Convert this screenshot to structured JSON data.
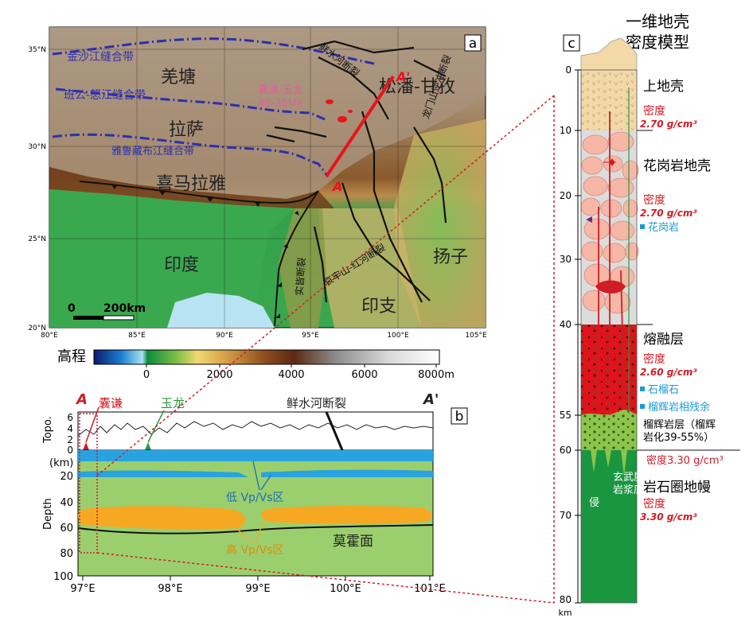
{
  "panel_a": {
    "panel_label": "a",
    "lat_ticks": [
      "35°N",
      "30°N",
      "25°N",
      "20°N"
    ],
    "lon_ticks": [
      "80°E",
      "85°E",
      "90°E",
      "95°E",
      "100°E",
      "105°E"
    ],
    "sutures": [
      "金沙江缝合带",
      "班公-怒江缝合带",
      "雅鲁藏布江缝合带"
    ],
    "blocks": [
      "羌塘",
      "拉萨",
      "喜马拉雅",
      "松潘-甘孜",
      "扬子",
      "印度",
      "印支"
    ],
    "faults": [
      "鲜水河断裂",
      "龙门山逆冲断裂",
      "哀牢山-红河断裂",
      "实皆断裂"
    ],
    "volcanic_label": "囊谦-玉龙",
    "volcanic_age": "48-35Ma",
    "profile_start": "A",
    "profile_end": "A'",
    "scale_zero": "0",
    "scale_length": "200km"
  },
  "elevation_bar": {
    "title": "高程",
    "ticks": [
      "0",
      "2000",
      "4000",
      "6000",
      "8000m"
    ]
  },
  "panel_b": {
    "panel_label": "b",
    "profile_start": "A",
    "profile_end": "A'",
    "site_1": "囊谦",
    "site_2": "玉龙",
    "fault": "鲜水河断裂",
    "topo_label": "Topo.",
    "topo_ticks": [
      "6",
      "4",
      "2",
      "0"
    ],
    "depth_unit": "(km)",
    "depth_label": "Depth",
    "depth_ticks": [
      "20",
      "40",
      "60",
      "80",
      "100"
    ],
    "x_ticks": [
      "97°E",
      "98°E",
      "99°E",
      "100°E",
      "101°E"
    ],
    "low_zone": "低 Vp/Vs区",
    "high_zone": "高 Vp/Vs区",
    "moho": "莫霍面"
  },
  "panel_c": {
    "panel_label": "c",
    "title_line1": "一维地壳",
    "title_line2": "密度模型",
    "depth_ticks": [
      "0",
      "10",
      "20",
      "30",
      "40",
      "55",
      "60",
      "70",
      "80"
    ],
    "depth_unit": "km",
    "layers": {
      "upper_crust": "上地壳",
      "upper_density_label": "密度",
      "upper_density": "2.70 g/cm³",
      "granite_crust": "花岗岩地壳",
      "granite_density_label": "密度",
      "granite_density": "2.70 g/cm³",
      "granite_rock": "花岗岩",
      "melt_layer": "熔融层",
      "melt_density_label": "密度",
      "melt_density": "2.60 g/cm³",
      "garnet": "石榴石",
      "eclogite_relic": "榴辉岩相残余",
      "eclogite_layer_1": "榴辉岩层（榴辉",
      "eclogite_layer_2": "岩化39-55%）",
      "eclogite_density": "密度3.30 g/cm³",
      "underplating_1": "玄武质",
      "underplating_2": "岩浆底",
      "underplating_3": "侵",
      "mantle": "岩石圈地幔",
      "mantle_density_label": "密度",
      "mantle_density": "3.30 g/cm³"
    }
  },
  "colors": {
    "suture": "#2c2fb0",
    "profile": "#e8141c",
    "density_red": "#d01c24",
    "legend_blue": "#1a9ad6",
    "low_zone_blue": "#29a3e0",
    "high_zone_orange": "#f7a823",
    "mantle_green": "#1a9640",
    "melt_red": "#e0121b"
  }
}
